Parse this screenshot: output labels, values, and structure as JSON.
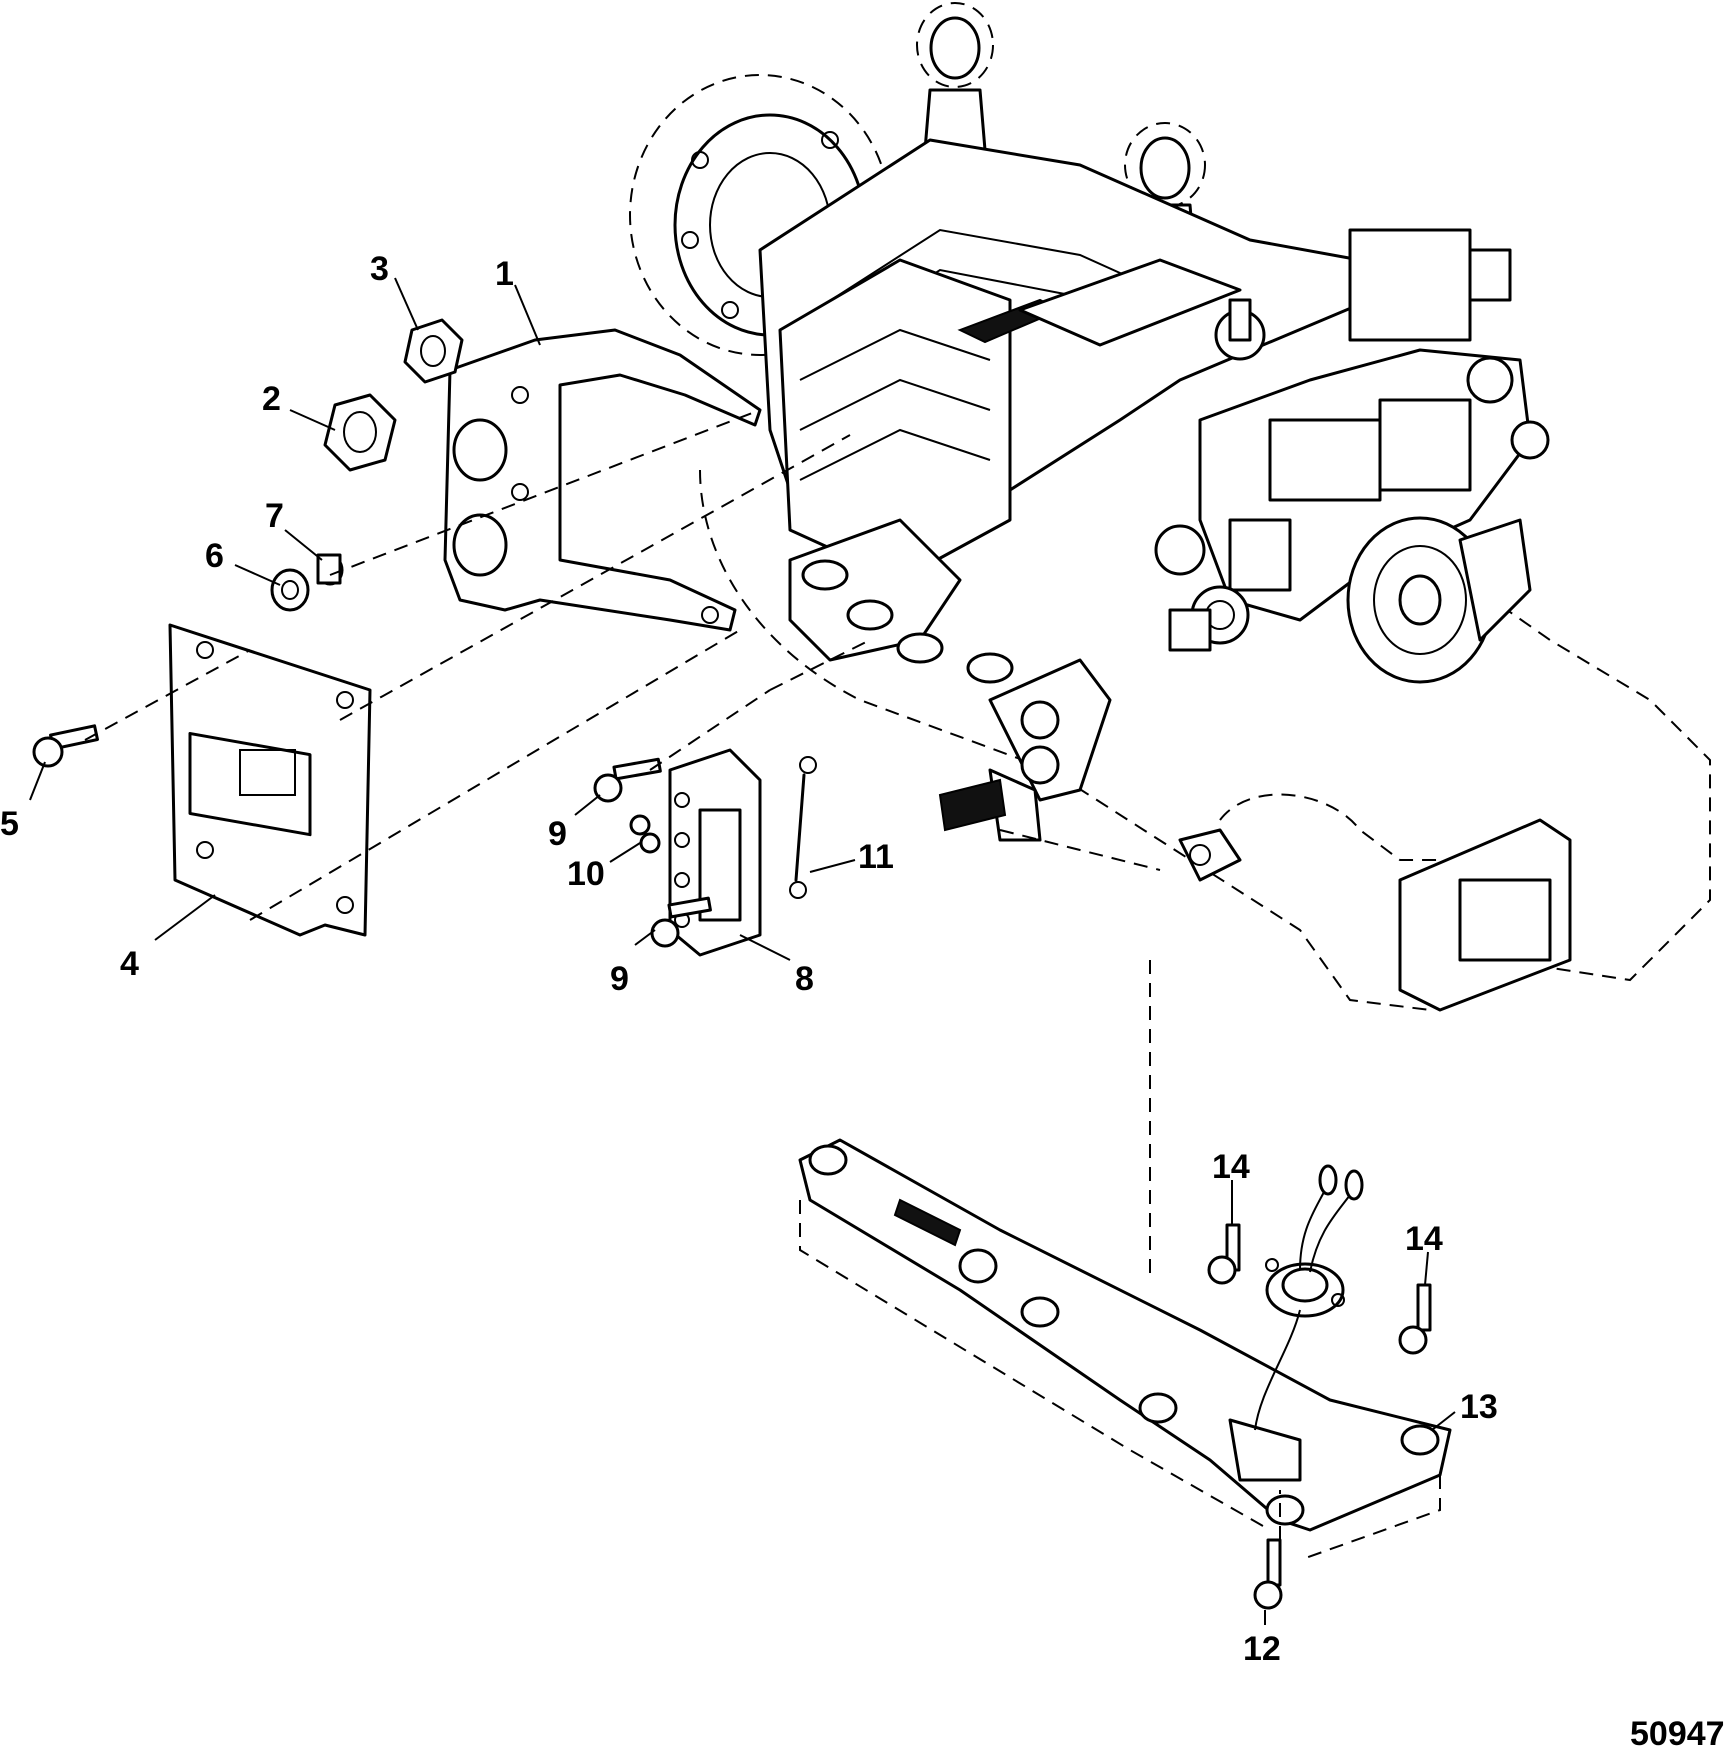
{
  "diagram": {
    "figure_id": "50947",
    "callouts": [
      "1",
      "2",
      "3",
      "4",
      "5",
      "6",
      "7",
      "8",
      "9",
      "9",
      "10",
      "11",
      "12",
      "13",
      "14",
      "14"
    ]
  }
}
